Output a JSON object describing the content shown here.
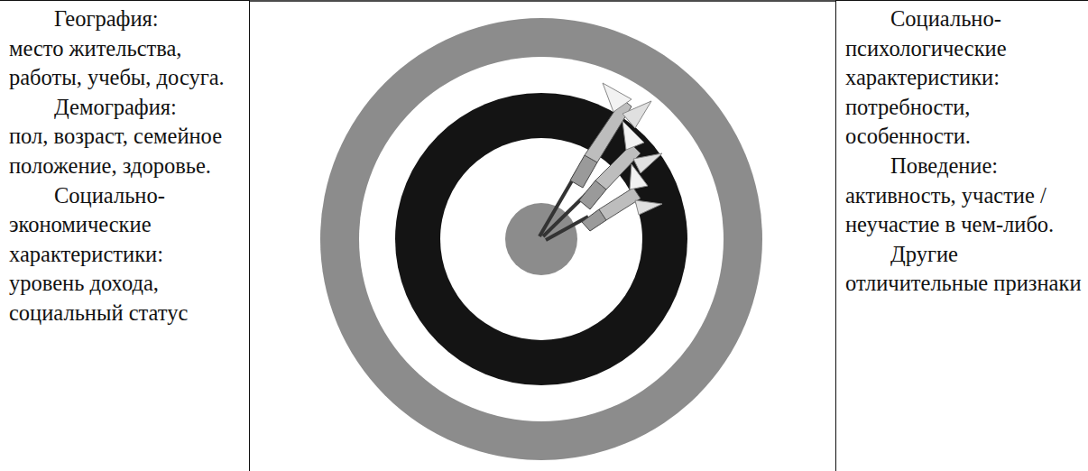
{
  "diagram": {
    "nodes": [
      {
        "text": [
          "География:",
          "место жительства, работы, учебы, досуга.",
          "Демография:",
          "пол, возраст, семейное положение, здоровье.",
          "Социально-экономические характеристики:",
          "уровень дохода, социальный статус"
        ]
      },
      {
        "text": [
          "Социально-психологические характеристики:",
          "потребности, особенности.",
          "Поведение:",
          "активность, участие / неучастие в чем-либо.",
          "Другие отличительные признаки"
        ]
      }
    ]
  }
}
